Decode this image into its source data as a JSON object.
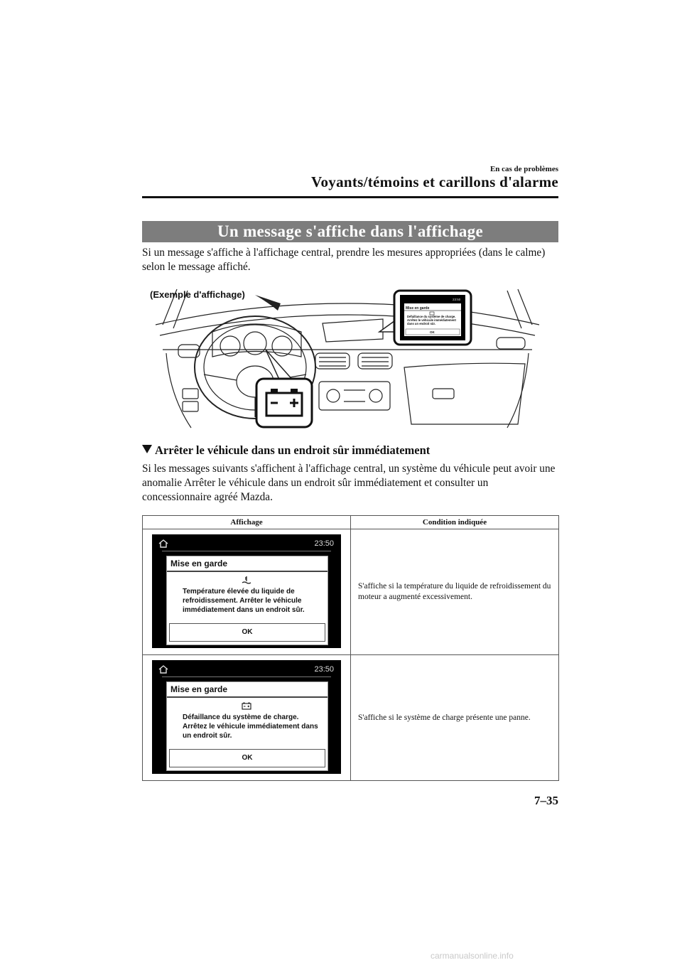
{
  "header": {
    "chapter": "En cas de problèmes",
    "section": "Voyants/témoins et carillons d'alarme"
  },
  "banner": "Un message s'affiche dans l'affichage",
  "intro": "Si un message s'affiche à l'affichage central, prendre les mesures appropriées (dans le calme) selon le message affiché.",
  "illustration": {
    "callout": "(Exemple d'affichage)",
    "inset_title": "Mise en garde",
    "inset_text": "Défaillance du système de charge. Arrêtez le véhicule immédiatement dans un endroit sûr.",
    "inset_ok": "OK",
    "inset_time": "23:50",
    "battery_icon": "battery-icon"
  },
  "subheading": "Arrêter le véhicule dans un endroit sûr immédiatement",
  "paragraph": "Si les messages suivants s'affichent à l'affichage central, un système du véhicule peut avoir une anomalie Arrêter le véhicule dans un endroit sûr immédiatement et consulter un concessionnaire agréé Mazda.",
  "table": {
    "headers": [
      "Affichage",
      "Condition indiquée"
    ],
    "rows": [
      {
        "time": "23:50",
        "title": "Mise en garde",
        "icon": "coolant-temperature-icon",
        "message": "Température élevée du liquide de refroidissement. Arrêter le véhicule immédiatement dans un endroit sûr.",
        "ok": "OK",
        "condition": "S'affiche si la température du liquide de refroidissement du moteur a augmenté excessivement."
      },
      {
        "time": "23:50",
        "title": "Mise en garde",
        "icon": "battery-icon",
        "message": "Défaillance du système de charge. Arrêtez le véhicule immédiatement dans un endroit sûr.",
        "ok": "OK",
        "condition": "S'affiche si le système de charge présente une panne."
      }
    ]
  },
  "page_number": "7–35",
  "footer": "carmanualsonline.info"
}
